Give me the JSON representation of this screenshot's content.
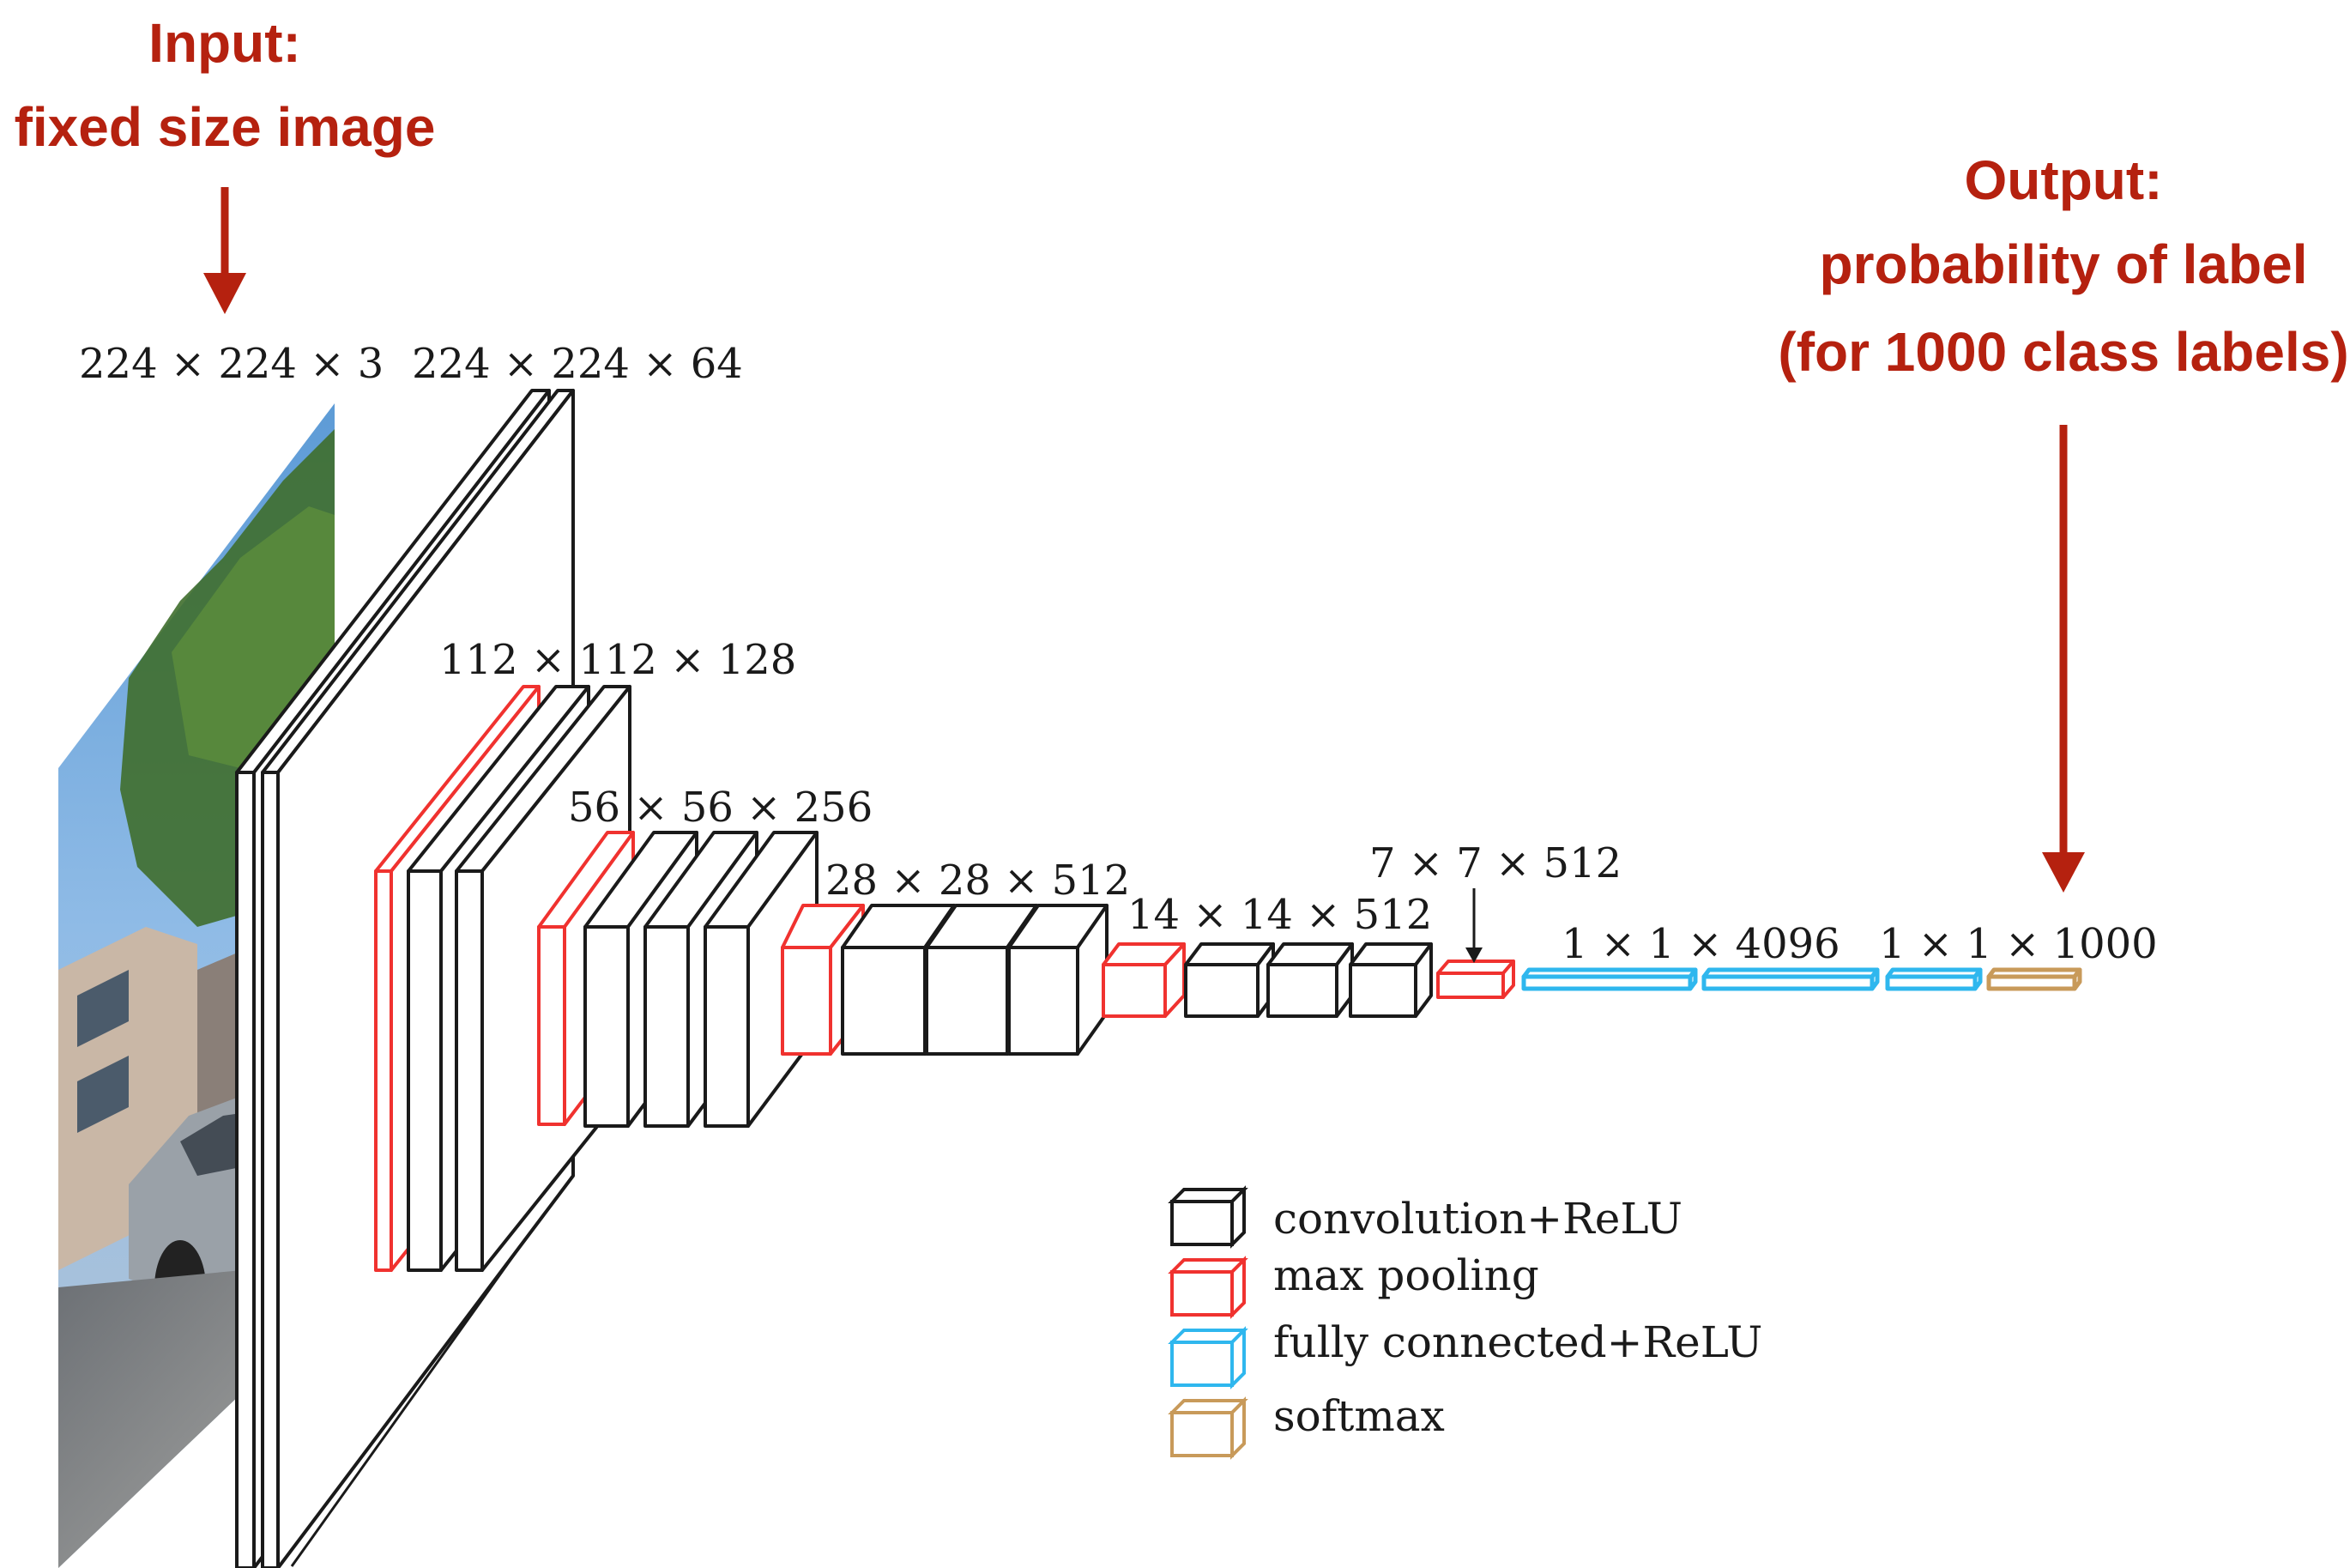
{
  "input_callout": {
    "line1": "Input:",
    "line2": "fixed size image"
  },
  "output_callout": {
    "line1": "Output:",
    "line2": "probability of label",
    "line3": "(for 1000 class labels)"
  },
  "dimensions": {
    "input": "224 × 224 × 3",
    "conv1": "224 × 224 × 64",
    "conv2": "112 × 112 × 128",
    "conv3": "56 × 56 × 256",
    "conv4": "28 × 28 × 512",
    "conv5": "14 × 14 × 512",
    "pool5": "7 × 7 × 512",
    "fc": "1 × 1 × 4096",
    "output": "1 × 1 × 1000"
  },
  "legend": [
    {
      "label": "convolution+ReLU",
      "color": "#1a1a1a"
    },
    {
      "label": "max  pooling",
      "color": "#f0322f"
    },
    {
      "label": "fully  connected+ReLU",
      "color": "#2fb7ee"
    },
    {
      "label": "softmax",
      "color": "#c89a5a"
    }
  ],
  "colors": {
    "callout_red": "#b5210f"
  }
}
